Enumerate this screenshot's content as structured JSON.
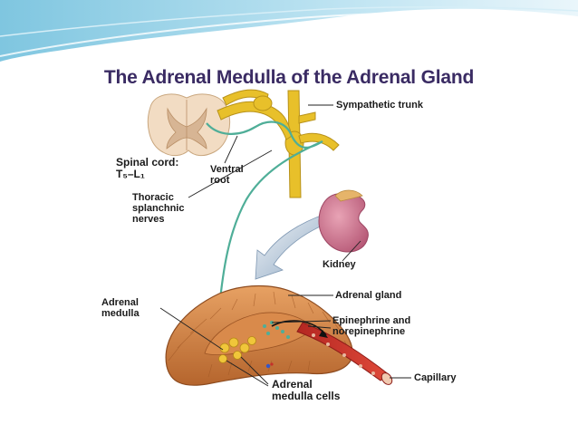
{
  "title": "The Adrenal Medulla of the Adrenal Gland",
  "labels": {
    "sympathetic_trunk": "Sympathetic trunk",
    "spinal_cord_line1": "Spinal cord:",
    "spinal_cord_line2": "T₅–L₁",
    "ventral_root_line1": "Ventral",
    "ventral_root_line2": "root",
    "thoracic_line1": "Thoracic",
    "thoracic_line2": "splanchnic",
    "thoracic_line3": "nerves",
    "kidney": "Kidney",
    "adrenal_medulla_line1": "Adrenal",
    "adrenal_medulla_line2": "medulla",
    "adrenal_gland": "Adrenal gland",
    "epi_line1": "Epinephrine and",
    "epi_line2": "norepinephrine",
    "capillary": "Capillary",
    "medulla_cells_line1": "Adrenal",
    "medulla_cells_line2": "medulla cells"
  },
  "colors": {
    "title": "#3a2b63",
    "background_wave": "#5fb3d6",
    "nerve": "#e8c02a",
    "axon": "#4fae98",
    "gland": "#c97a3c",
    "kidney": "#c9708a",
    "capillary": "#c62f2a"
  }
}
